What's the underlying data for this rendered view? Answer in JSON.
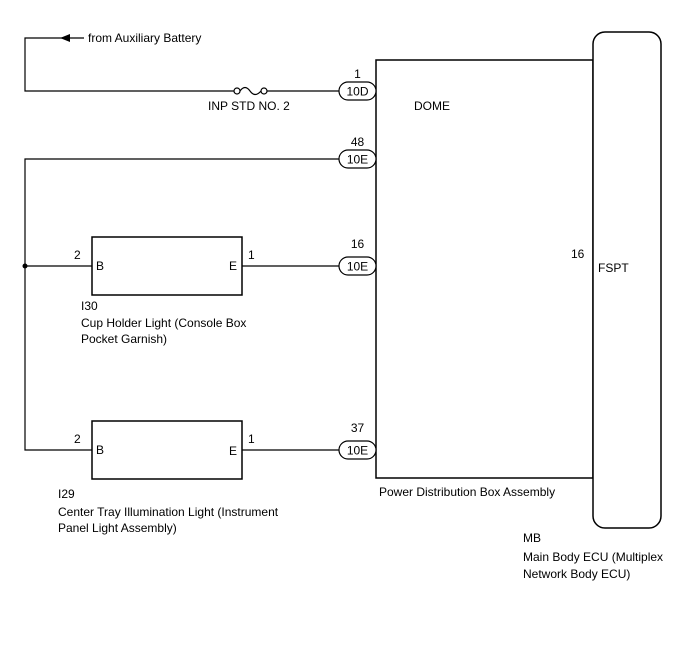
{
  "source_label": "from Auxiliary Battery",
  "fuses": {
    "inp_std": "INP STD NO. 2",
    "dome": "DOME"
  },
  "connectors": [
    {
      "pin": "1",
      "code": "10D"
    },
    {
      "pin": "48",
      "code": "10E"
    },
    {
      "pin": "16",
      "code": "10E"
    },
    {
      "pin": "37",
      "code": "10E"
    }
  ],
  "cup_light": {
    "code": "I30",
    "name_line1": "Cup Holder Light (Console Box",
    "name_line2": "Pocket Garnish)",
    "left_terminal": "B",
    "right_terminal": "E",
    "left_pin": "2",
    "right_pin": "1"
  },
  "tray_light": {
    "code": "I29",
    "name_line1": "Center Tray Illumination Light (Instrument",
    "name_line2": "Panel Light Assembly)",
    "left_terminal": "B",
    "right_terminal": "E",
    "left_pin": "2",
    "right_pin": "1"
  },
  "pdb": {
    "name": "Power Distribution Box Assembly"
  },
  "ecu": {
    "pin": "16",
    "terminal": "FSPT",
    "code": "MB",
    "name_line1": "Main Body ECU (Multiplex",
    "name_line2": "Network Body ECU)"
  }
}
